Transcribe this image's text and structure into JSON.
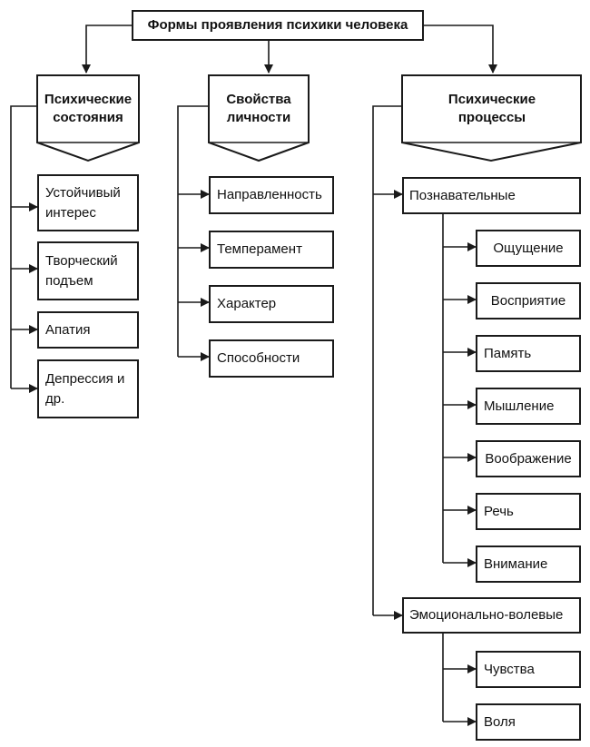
{
  "title": "Формы проявления психики человека",
  "columns": [
    {
      "header": "Психические состояния",
      "items": [
        "Устойчивый интерес",
        "Творческий подъем",
        "Апатия",
        "Депрессия и др."
      ]
    },
    {
      "header": "Свойства личности",
      "items": [
        "Направленность",
        "Темперамент",
        "Характер",
        "Способности"
      ]
    },
    {
      "header": "Психические процессы",
      "groups": [
        {
          "label": "Познавательные",
          "items": [
            "Ощущение",
            "Восприятие",
            "Память",
            "Мышление",
            "Воображение",
            "Речь",
            "Внимание"
          ]
        },
        {
          "label": "Эмоционально-волевые",
          "items": [
            "Чувства",
            "Воля"
          ]
        }
      ]
    }
  ]
}
